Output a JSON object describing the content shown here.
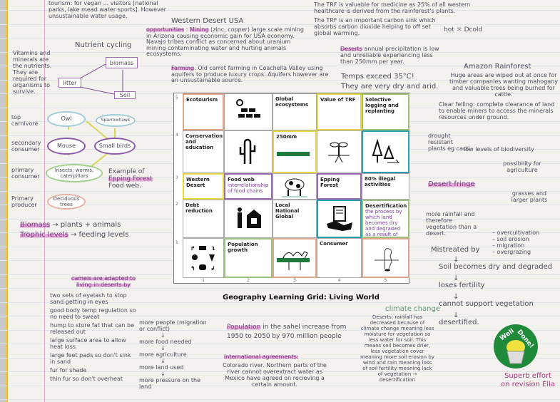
{
  "top_left": {
    "tourism": "tourism: for vegan ... visitors [national parks, lake mead water sports]. However unsustainable water usage."
  },
  "western_desert": {
    "title": "Western Desert USA",
    "opportunities_label": "opportunities",
    "mining_label": "Mining",
    "mining": "(zinc, copper) large scale mining in Arizona causing economic gain for USA economy. Navajo tribes conflict as concerned about uranium mining contaminating water and hurting animals ecosystems.",
    "farming_label": "Farming",
    "farming": "Old carrot farming in Coachella Valley using aquifers to produce luxury crops. Aquifers however are an unsustainable source."
  },
  "nutrient": {
    "title": "Nutrient cycling",
    "note": "Vitamins and minerals are the nutrients. They are required for organisms to survive.",
    "biomass": "biomass",
    "litter": "litter",
    "soil": "Soil"
  },
  "foodweb": {
    "levels": [
      "top carnivore",
      "secondary consumer",
      "primary consumer",
      "Primary producer"
    ],
    "nodes": [
      "Owl",
      "Sparrowhawk",
      "Mouse",
      "Small birds",
      "Insects, worms, caterpillars",
      "Deciduous trees"
    ],
    "example": "Example of",
    "example_place": "Epping Forest",
    "example_end": "Food web."
  },
  "definitions": [
    {
      "term": "Biomass",
      "def": "→ plants + animals"
    },
    {
      "term": "Trophic levels",
      "def": "→ feeding levels"
    }
  ],
  "camels": {
    "title": "camels are adapted to living in deserts by",
    "points": [
      "two sets of eyelash to stop sand getting in eyes",
      "good body temp regulation so no need to sweat",
      "hump to store fat that can be released out",
      "large surface area to allow heat loss",
      "large feet pads so don't sink in sand",
      "fur for shade",
      "thin fur so don't overheat"
    ]
  },
  "pressure_chain": [
    "more people (migration or conflict)",
    "more food needed",
    "more agriculture",
    "more land used",
    "more pressure on the land"
  ],
  "population": {
    "label": "Population",
    "text": "in the sahel increase from 1950 to 2050 by 970 million people"
  },
  "international": {
    "title": "International agreements:",
    "text": "Colorado river. Northern parts of the river cannot overextract water as Mexico have agreed on recieving a certain amount."
  },
  "trf": {
    "medicine": "The TRF is valuable for medicine as 25% of all western healthcare is derived from the rainforest's plants.",
    "carbon": "The TRF is an important carbon sink which absorbs carbon dioxide helping to off set global warming."
  },
  "deserts": {
    "label": "Deserts",
    "text": "annual precipitation is low and unreliable experiencing less than 250mm per year.",
    "temps": "Temps exceed 35°C!",
    "dry": "They are very dry and arid.",
    "hot": "hot",
    "cold": "cold"
  },
  "amazon": {
    "title": "Amazon Rainforest",
    "text": "Huge areas are wiped out at once for timber companies wanting mahogany and valuable trees being burned for cattle.",
    "clear": "Clear felling: complete clearance of land to enable miners to access the minerals resources under ground."
  },
  "fringe": {
    "label": "Desert fringe",
    "items": [
      "drought resistant plants eg cacti",
      "low levels of biodiversity",
      "possibility for agriculture",
      "grasses and larger plants",
      "more rainfall and therefore vegetation than a desert."
    ]
  },
  "mistreated": {
    "label": "Mistreated by",
    "causes": [
      "overcultivation",
      "soil erosion",
      "migration",
      "overgrazing"
    ],
    "chain": [
      "Soil becomes dry and degraded",
      "loses fertility",
      "cannot support vegetation",
      "desertified."
    ]
  },
  "climate": {
    "label": "climate change",
    "text": "Deserts: rainfall has decreased because of climate change meaning less moisture for vegetation so less water for soil. This means soil becomes drier, less vegetation cover meaning more soil erosion by wind and rain meaning loss of soil fertility meaning lack of vegetation → desertification"
  },
  "sticker": {
    "text1": "Well",
    "text2": "Done!"
  },
  "teacher_comment": "Superb effort on revision Ella",
  "grid": {
    "title": "Geography Learning Grid: Living World",
    "row_numbers": [
      "5",
      "4",
      "3",
      "2",
      "1"
    ],
    "col_numbers": [
      "1",
      "2",
      "3",
      "4",
      "5"
    ],
    "rows": [
      [
        {
          "text": "Ecotourism",
          "border": "#e0a58a"
        },
        {
          "icon": "solar"
        },
        {
          "text": "Global ecosystems"
        },
        {
          "text": "Value of TRF",
          "border": "#e6d64a"
        },
        {
          "text": "Selective logging and replanting",
          "border": "#9cc27a"
        }
      ],
      [
        {
          "text": "Conservation and education"
        },
        {
          "icon": "cactus"
        },
        {
          "text": "250mm",
          "border": "#e6d64a",
          "mark": "#1e7a3a"
        },
        {
          "icon": "sprout"
        },
        {
          "icon": "trees",
          "border": "#2a9ab0"
        }
      ],
      [
        {
          "text": "Western Desert",
          "border": "#e6d64a"
        },
        {
          "text": "Food web",
          "note": "interrelationship of food chains",
          "border": "#9a6bb0"
        },
        {
          "icon": "cow"
        },
        {
          "text": "Epping Forest",
          "border": "#9a6bb0"
        },
        {
          "text": "80% illegal activities"
        }
      ],
      [
        {
          "text": "Debt reduction"
        },
        {
          "icon": "farmer"
        },
        {
          "text": "Local National Global"
        },
        {
          "icon": "handshake",
          "border": "#2a9ab0"
        },
        {
          "text": "Desertification",
          "note": "the process by which land becomes dry and degraded as a result of climate change",
          "border": "#9cc27a"
        }
      ],
      [
        {
          "icon": "cycle"
        },
        {
          "text": "Population growth",
          "border": "#9cc27a"
        },
        {
          "icon": "camel",
          "border": "#e0a58a",
          "mark": "#1e7a3a"
        },
        {
          "text": "Consumer"
        },
        {
          "icon": "bear",
          "border": "#e0a58a"
        }
      ]
    ]
  },
  "colors": {
    "highlight": "#e6a8d8",
    "pencil": "#4b4b58",
    "sticker": "#1f8a3a"
  }
}
